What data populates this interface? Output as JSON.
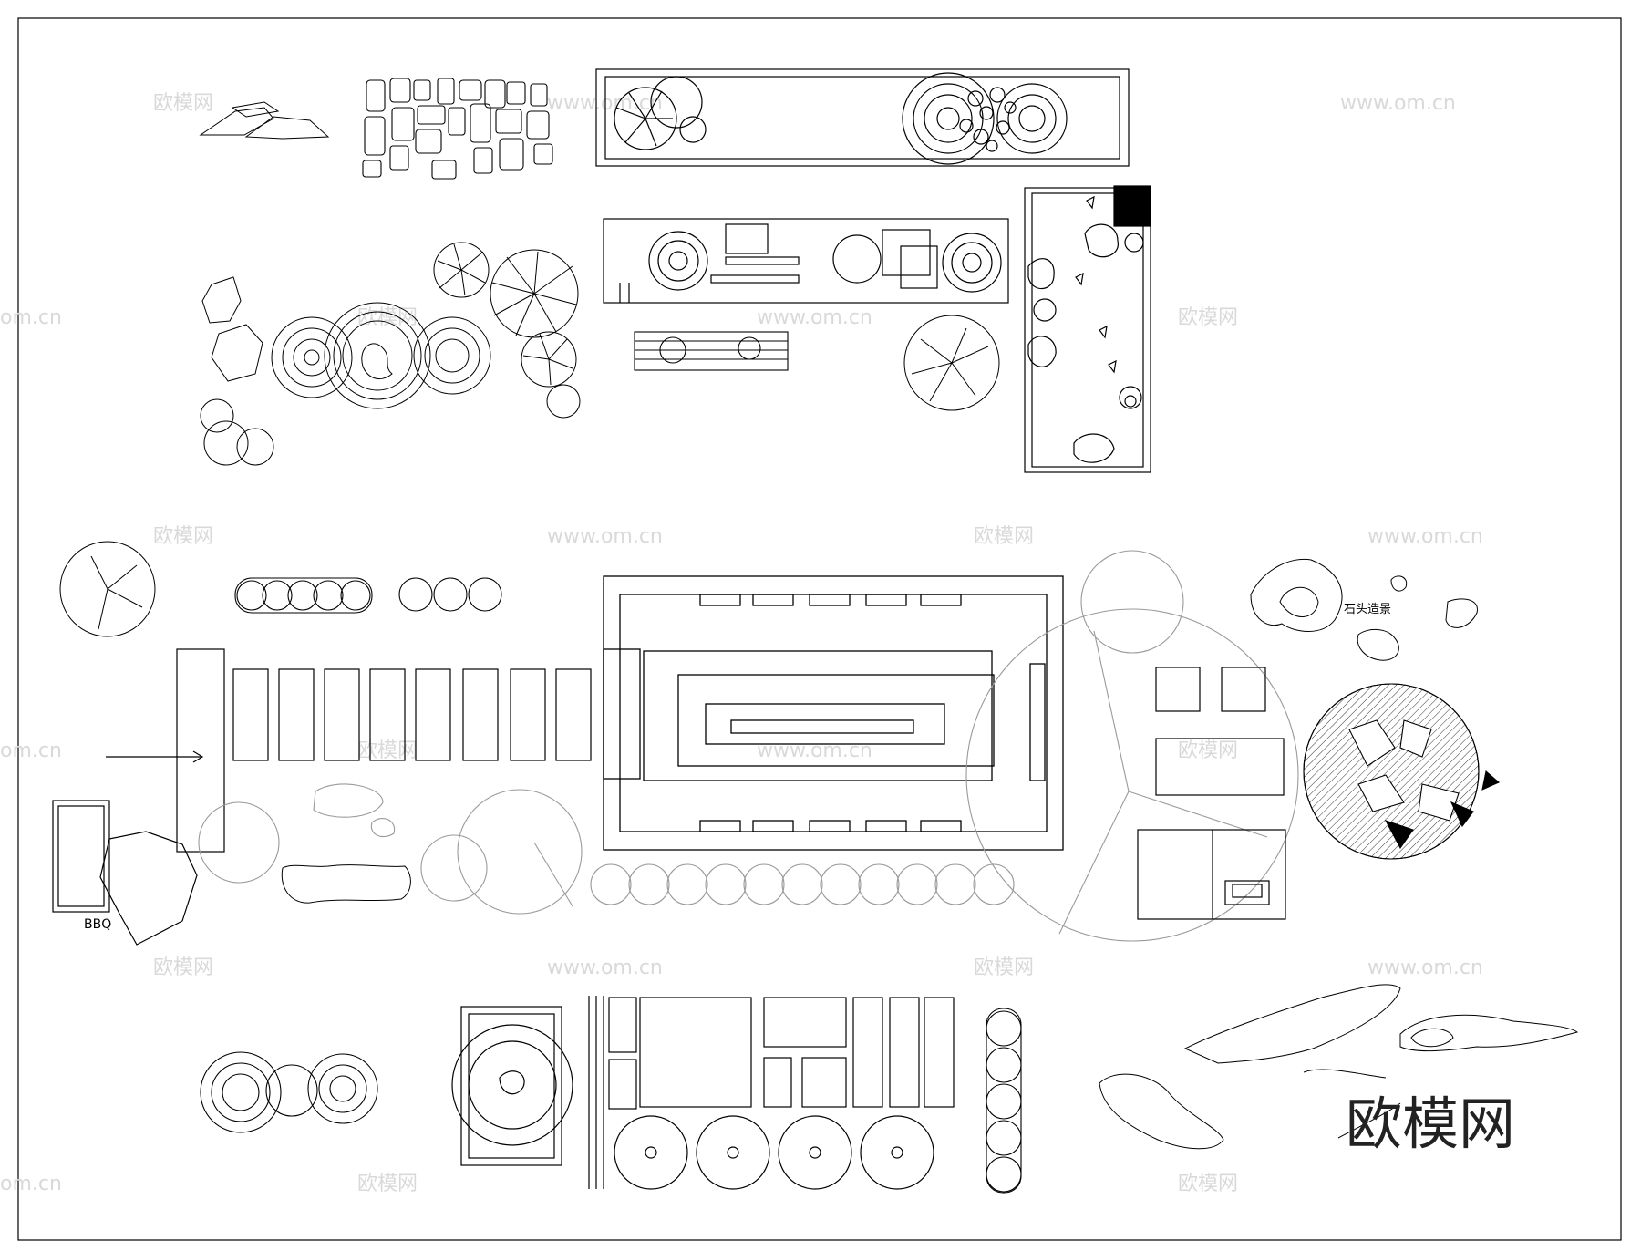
{
  "labels": {
    "bbq": "BBQ",
    "stone_feature": "石头造景"
  },
  "watermarks": {
    "brand_cn": "欧模网",
    "site_url": "www.om.cn",
    "site_url_partial": "om.cn"
  },
  "logo": {
    "text": "欧模网"
  },
  "colors": {
    "line": "#000000",
    "guide": "#9a9a9a",
    "watermark": "#d9d9d9",
    "logo": "#222222"
  }
}
